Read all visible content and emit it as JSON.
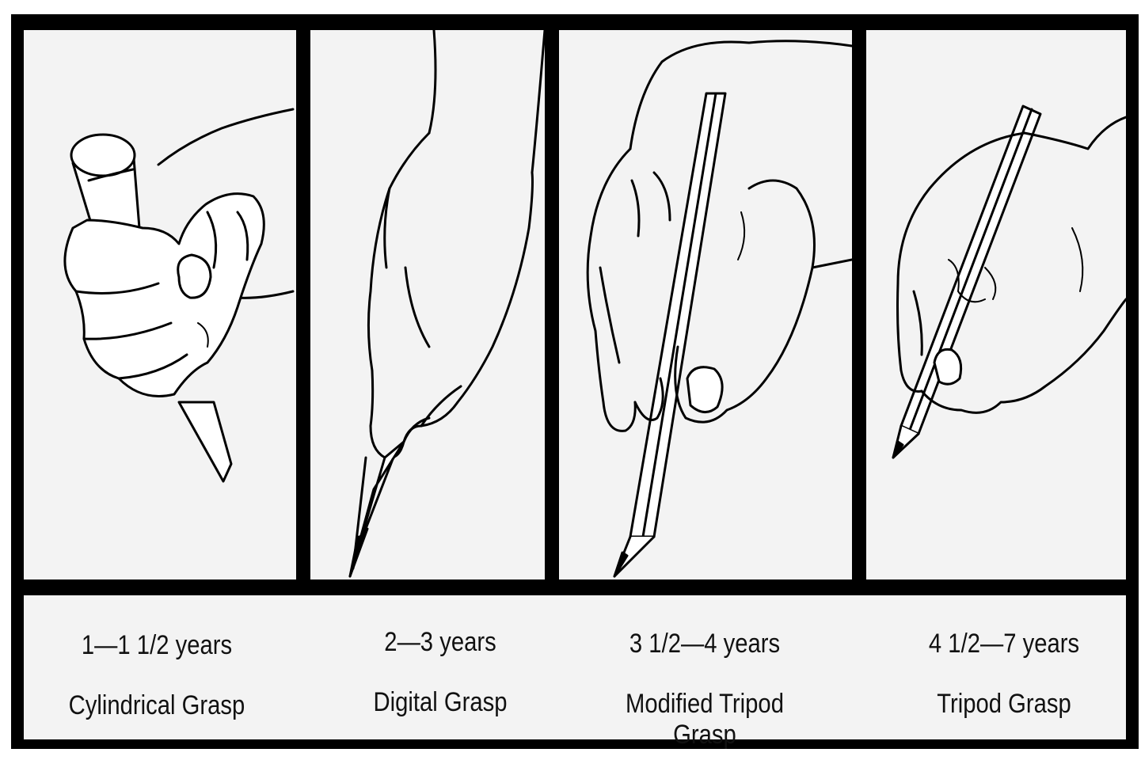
{
  "stages": [
    {
      "age": "1—1 1/2 years",
      "name": "Cylindrical Grasp",
      "icon": "hand-cylindrical-grasp-crayon"
    },
    {
      "age": "2—3 years",
      "name": "Digital Grasp",
      "icon": "hand-digital-grasp-pencil"
    },
    {
      "age": "3 1/2—4 years",
      "name": "Modified Tripod Grasp",
      "icon": "hand-modified-tripod-grasp-pencil"
    },
    {
      "age": "4 1/2—7 years",
      "name": "Tripod Grasp",
      "icon": "hand-tripod-grasp-pencil"
    }
  ],
  "colors": {
    "frame": "#000000",
    "panel": "#f3f3f3",
    "ink": "#111111"
  }
}
